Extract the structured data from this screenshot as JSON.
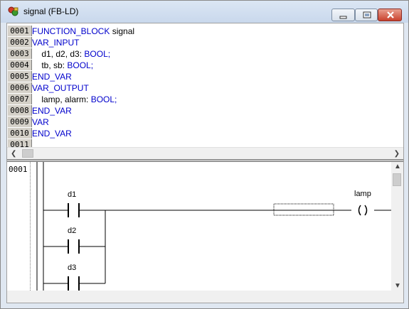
{
  "window": {
    "title": "signal (FB-LD)",
    "icon": "ld-pou-icon",
    "buttons": [
      "minimize-icon",
      "maximize-icon",
      "close-icon"
    ]
  },
  "declaration": {
    "lines": [
      {
        "num": "0001",
        "parts": [
          {
            "t": "FUNCTION_BLOCK",
            "k": true
          },
          {
            "t": " signal",
            "k": false
          }
        ]
      },
      {
        "num": "0002",
        "parts": [
          {
            "t": "VAR_INPUT",
            "k": true
          }
        ]
      },
      {
        "num": "0003",
        "parts": [
          {
            "t": "    d1, d2, d3: ",
            "k": false
          },
          {
            "t": "BOOL;",
            "k": true
          }
        ]
      },
      {
        "num": "0004",
        "parts": [
          {
            "t": "    tb, sb: ",
            "k": false
          },
          {
            "t": "BOOL;",
            "k": true
          }
        ]
      },
      {
        "num": "0005",
        "parts": [
          {
            "t": "END_VAR",
            "k": true
          }
        ]
      },
      {
        "num": "0006",
        "parts": [
          {
            "t": "VAR_OUTPUT",
            "k": true
          }
        ]
      },
      {
        "num": "0007",
        "parts": [
          {
            "t": "    lamp, alarm: ",
            "k": false
          },
          {
            "t": "BOOL;",
            "k": true
          }
        ]
      },
      {
        "num": "0008",
        "parts": [
          {
            "t": "END_VAR",
            "k": true
          }
        ]
      },
      {
        "num": "0009",
        "parts": [
          {
            "t": "VAR",
            "k": true
          }
        ]
      },
      {
        "num": "0010",
        "parts": [
          {
            "t": "END_VAR",
            "k": true
          }
        ]
      },
      {
        "num": "0011",
        "parts": []
      }
    ]
  },
  "ladder": {
    "network_number": "0001",
    "contacts": [
      "d1",
      "d2",
      "d3"
    ],
    "coil": "lamp"
  },
  "colors": {
    "keyword": "#0000cc",
    "title_bar": "#c9d8ec",
    "close_button": "#c9412d"
  }
}
